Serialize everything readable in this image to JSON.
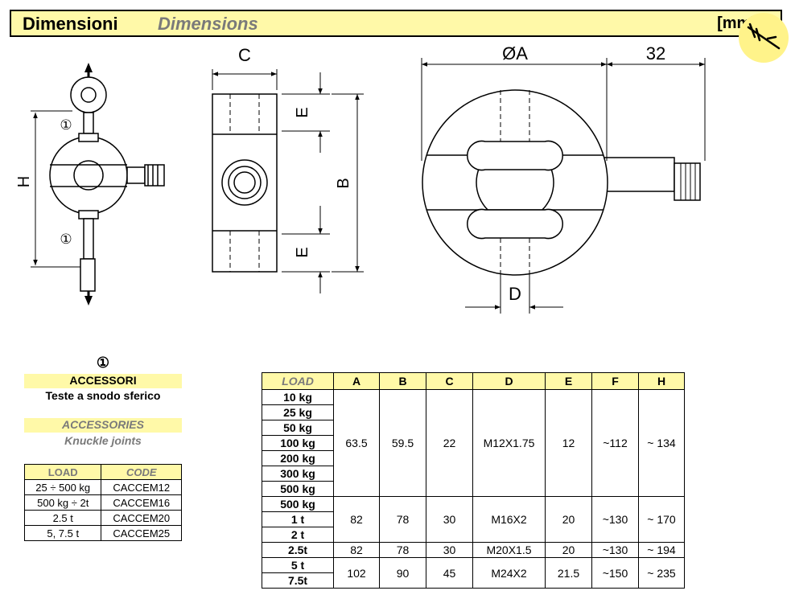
{
  "header": {
    "title_it": "Dimensioni",
    "title_en": "Dimensions",
    "unit": "[mm]",
    "icon": "caliper-icon"
  },
  "drawing": {
    "accessory_marker": "①",
    "dim_H": "H",
    "dim_C": "C",
    "dim_E": "E",
    "dim_B": "B",
    "dim_A": "ØA",
    "dim_32": "32",
    "dim_D": "D"
  },
  "accessories": {
    "marker": "①",
    "title_it": "ACCESSORI",
    "subtitle_it": "Teste a snodo sferico",
    "title_en": "ACCESSORIES",
    "subtitle_en": "Knuckle joints",
    "table": {
      "headers": [
        "LOAD",
        "CODE"
      ],
      "rows": [
        [
          "25 ÷ 500 kg",
          "CACCEM12"
        ],
        [
          "500 kg ÷ 2t",
          "CACCEM16"
        ],
        [
          "2.5 t",
          "CACCEM20"
        ],
        [
          "5, 7.5 t",
          "CACCEM25"
        ]
      ]
    }
  },
  "dimensions_table": {
    "headers": [
      "LOAD",
      "A",
      "B",
      "C",
      "D",
      "E",
      "F",
      "H"
    ],
    "groups": [
      {
        "loads": [
          "10 kg",
          "25 kg",
          "50 kg",
          "100 kg",
          "200 kg",
          "300 kg",
          "500 kg"
        ],
        "values": [
          "63.5",
          "59.5",
          "22",
          "M12X1.75",
          "12",
          "~112",
          "~ 134"
        ]
      },
      {
        "loads": [
          "500 kg",
          "1 t",
          "2 t"
        ],
        "values": [
          "82",
          "78",
          "30",
          "M16X2",
          "20",
          "~130",
          "~ 170"
        ]
      },
      {
        "loads": [
          "2.5t"
        ],
        "values": [
          "82",
          "78",
          "30",
          "M20X1.5",
          "20",
          "~130",
          "~ 194"
        ]
      },
      {
        "loads": [
          "5 t",
          "7.5t"
        ],
        "values": [
          "102",
          "90",
          "45",
          "M24X2",
          "21.5",
          "~150",
          "~ 235"
        ]
      }
    ]
  }
}
